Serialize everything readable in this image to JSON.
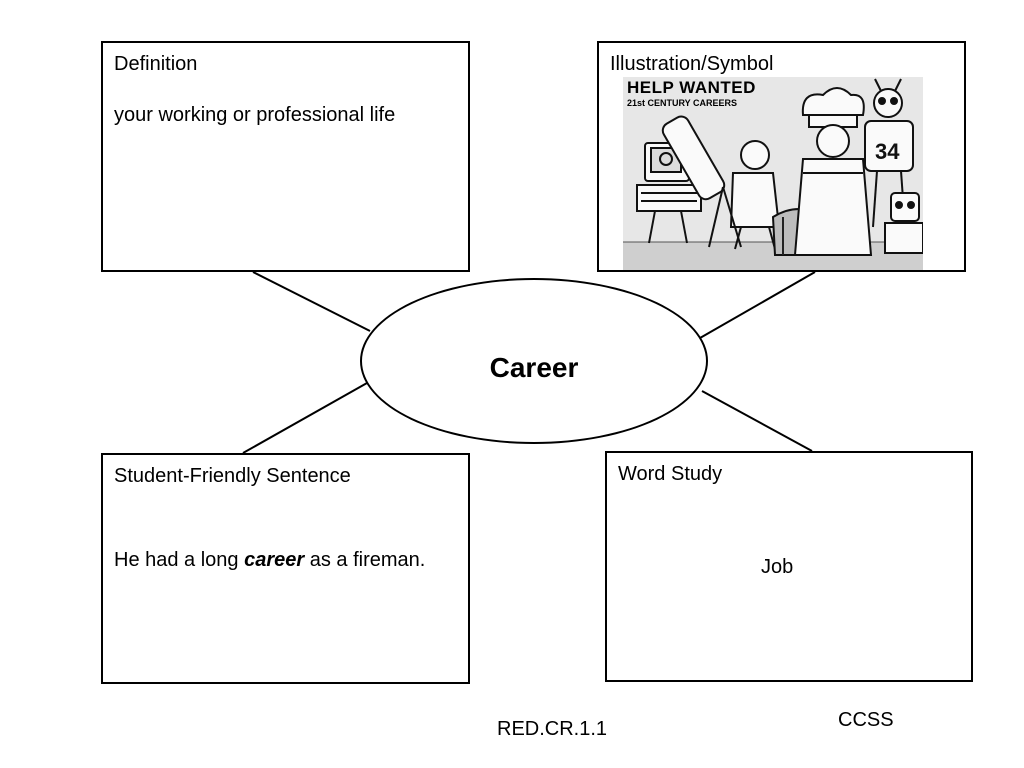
{
  "center": {
    "word": "Career"
  },
  "definition": {
    "title": "Definition",
    "text": "your working or professional life"
  },
  "illustration": {
    "title": "Illustration/Symbol",
    "picture_heading": "HELP WANTED",
    "picture_subheading": "21st CENTURY CAREERS"
  },
  "sentence": {
    "title": "Student-Friendly Sentence",
    "before": "He had a long ",
    "emphasis": "career",
    "after": " as a fireman."
  },
  "word_study": {
    "title": "Word Study",
    "text": "Job"
  },
  "footer": {
    "standard_code": "RED.CR.1.1",
    "ccss": "CCSS"
  }
}
